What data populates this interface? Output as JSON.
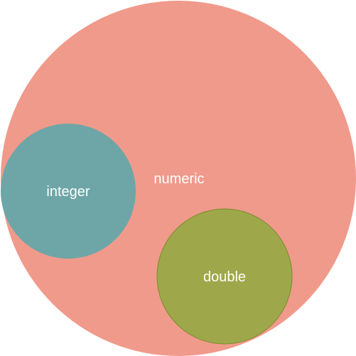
{
  "diagram": {
    "colors": {
      "background": "#ffffff",
      "numeric": "#f09a8b",
      "integer": "#6ea6a7",
      "double": "#9ea84a",
      "double_stroke": "#7a8a2a",
      "text": "#ffffff"
    },
    "sets": {
      "numeric": {
        "label": "numeric"
      },
      "integer": {
        "label": "integer"
      },
      "double": {
        "label": "double"
      }
    }
  }
}
